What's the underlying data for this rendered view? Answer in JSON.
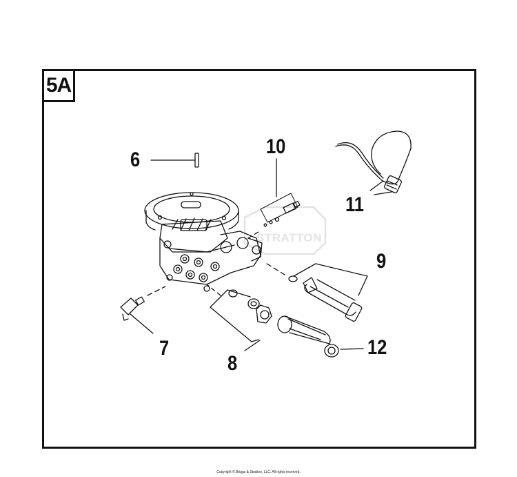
{
  "section_label": "5A",
  "watermark_text": "STRATTON",
  "callouts": {
    "c6": "6",
    "c7": "7",
    "c8": "8",
    "c9": "9",
    "c10": "10",
    "c11": "11",
    "c12": "12"
  },
  "copyright": "Copyright © Briggs & Stratton, LLC. All rights reserved.",
  "colors": {
    "ink": "#111111",
    "watermark": "#e4e4e4",
    "background": "#ffffff"
  }
}
